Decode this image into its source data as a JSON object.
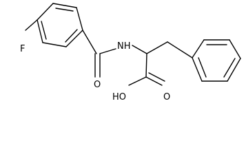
{
  "molecule": {
    "atoms": {
      "fluorine": "F",
      "nh": "NH",
      "amide_oxygen": "O",
      "hydroxyl": "HO",
      "acid_oxygen": "O"
    }
  }
}
